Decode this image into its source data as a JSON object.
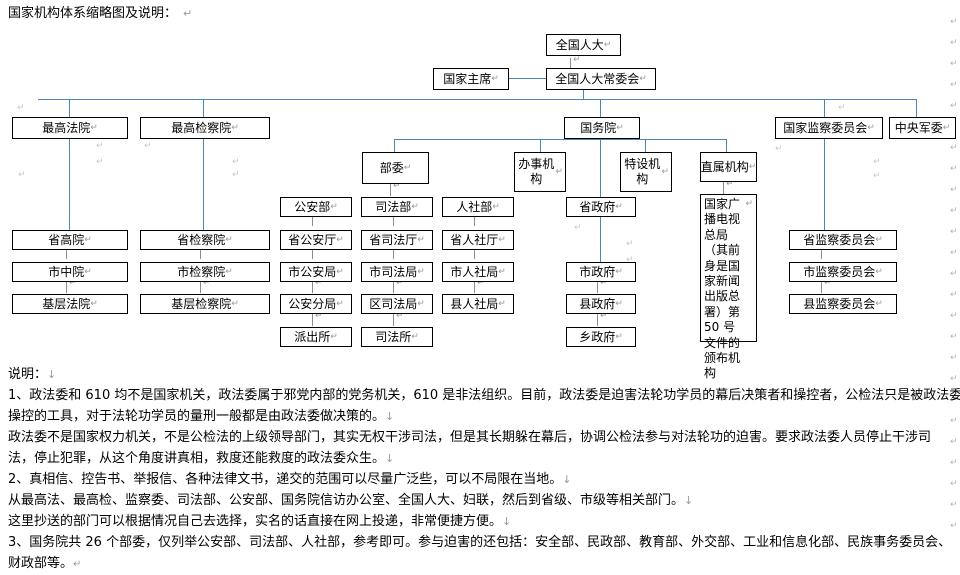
{
  "document": {
    "title": "国家机构体系缩略图及说明：",
    "paragraph_mark": "↵",
    "line_break_mark": "↓"
  },
  "chart": {
    "accent_line_color": "#4a86b8",
    "box_border_color": "#000000",
    "nodes": {
      "npc": "全国人大",
      "president": "国家主席",
      "npcsc": "全国人大常委会",
      "supreme_court": "最高法院",
      "supreme_procuratorate": "最高检察院",
      "state_council": "国务院",
      "national_supervisory_commission": "国家监察委员会",
      "central_military_commission": "中央军委",
      "ministries": "部委",
      "administrative_offices": "办事机构",
      "special_organizations": "特设机构",
      "directly_affiliated": "直属机构",
      "sarft_note": "国家广播电视总局（其前身是国家新闻出版总署）第 50 号文件的颁布机构"
    },
    "columns": {
      "court": [
        "最高法院",
        "省高院",
        "市中院",
        "基层法院"
      ],
      "procuratorate": [
        "最高检察院",
        "省检察院",
        "市检察院",
        "基层检察院"
      ],
      "public_security": [
        "公安部",
        "省公安厅",
        "市公安局",
        "公安分局",
        "派出所"
      ],
      "justice": [
        "司法部",
        "省司法厅",
        "市司法局",
        "区司法局",
        "司法所"
      ],
      "human_resources": [
        "人社部",
        "省人社厅",
        "市人社局",
        "县人社局"
      ],
      "government": [
        "省政府",
        "市政府",
        "县政府",
        "乡政府"
      ],
      "supervisory": [
        "国家监察委员会",
        "省监察委员会",
        "市监察委员会",
        "县监察委员会"
      ]
    }
  },
  "notes": {
    "heading": "说明：",
    "items": [
      "1、政法委和 610 均不是国家机关，政法委属于邪党内部的党务机关，610 是非法组织。目前，政法委是迫害法轮功学员的幕后决策者和操控者，公检法只是被政法委",
      "操控的工具，对于法轮功学员的量刑一般都是由政法委做决策的。",
      "政法委不是国家权力机关，不是公检法的上级领导部门，其实无权干涉司法，但是其长期躲在幕后，协调公检法参与对法轮功的迫害。要求政法委人员停止干涉司",
      "法，停止犯罪，从这个角度讲真相，救度还能救度的政法委众生。",
      "2、真相信、控告书、举报信、各种法律文书，递交的范围可以尽量广泛些，可以不局限在当地。",
      "从最高法、最高检、监察委、司法部、公安部、国务院信访办公室、全国人大、妇联，然后到省级、市级等相关部门。",
      "这里抄送的部门可以根据情况自己去选择，实名的话直接在网上投递，非常便捷方便。",
      "3、国务院共 26 个部委，仅列举公安部、司法部、人社部，参考即可。参与迫害的还包括：安全部、民政部、教育部、外交部、工业和信息化部、民族事务委员会、",
      "财政部等。"
    ]
  }
}
